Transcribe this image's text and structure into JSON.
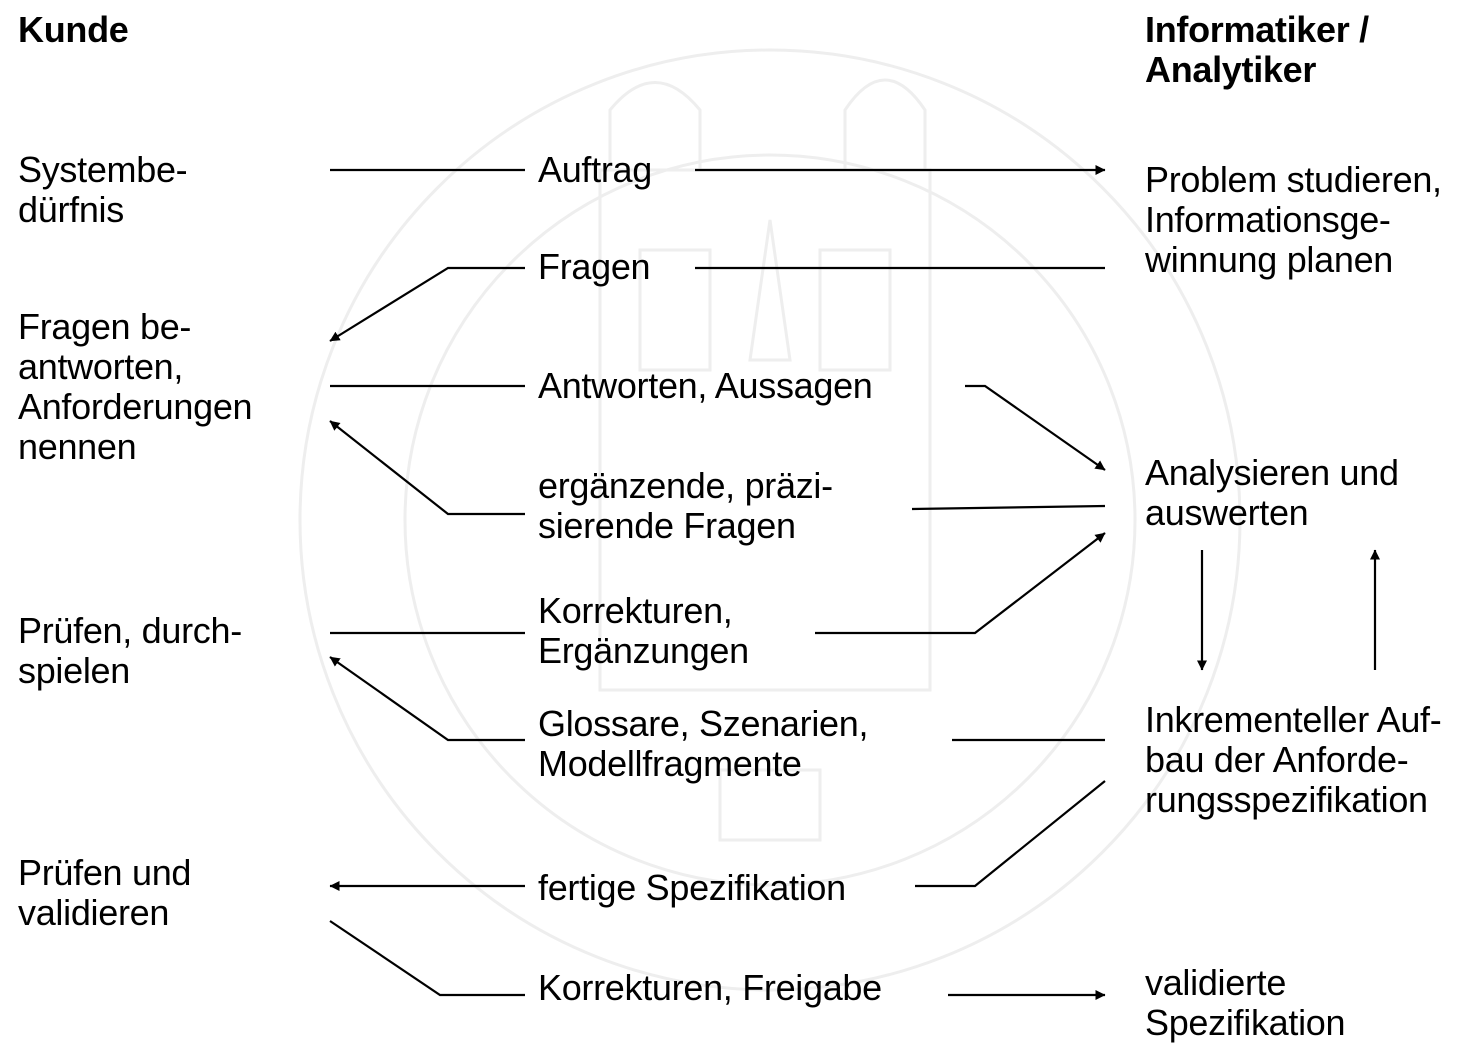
{
  "headers": {
    "kunde": "Kunde",
    "informatiker": "Informatiker /\nAnalytiker"
  },
  "customer_steps": {
    "systembeduerfnis": "Systembe-\ndürfnis",
    "fragen_beantworten": "Fragen be-\nantworten,\nAnforderungen\nnennen",
    "pruefen_durchspielen": "Prüfen, durch-\nspielen",
    "pruefen_validieren": "Prüfen und\nvalidieren"
  },
  "messages": {
    "auftrag": "Auftrag",
    "fragen": "Fragen",
    "antworten": "Antworten, Aussagen",
    "ergaenzende_fragen": "ergänzende, präzi-\nsierende Fragen",
    "korrekturen_ergaenzungen": "Korrekturen,\nErgänzungen",
    "glossare": "Glossare, Szenarien,\nModellfragmente",
    "fertige_spezifikation": "fertige Spezifikation",
    "korrekturen_freigabe": "Korrekturen, Freigabe"
  },
  "analyst_steps": {
    "problem_studieren": "Problem studieren,\nInformationsge-\nwinnung planen",
    "analysieren": "Analysieren und\nauswerten",
    "inkrementeller_aufbau": "Inkrementeller Auf-\nbau der Anforde-\nrungsspezifikation",
    "validierte_spezifikation": "validierte\nSpezifikation"
  },
  "colors": {
    "ink": "#000000",
    "watermark": "#eeeeee"
  }
}
